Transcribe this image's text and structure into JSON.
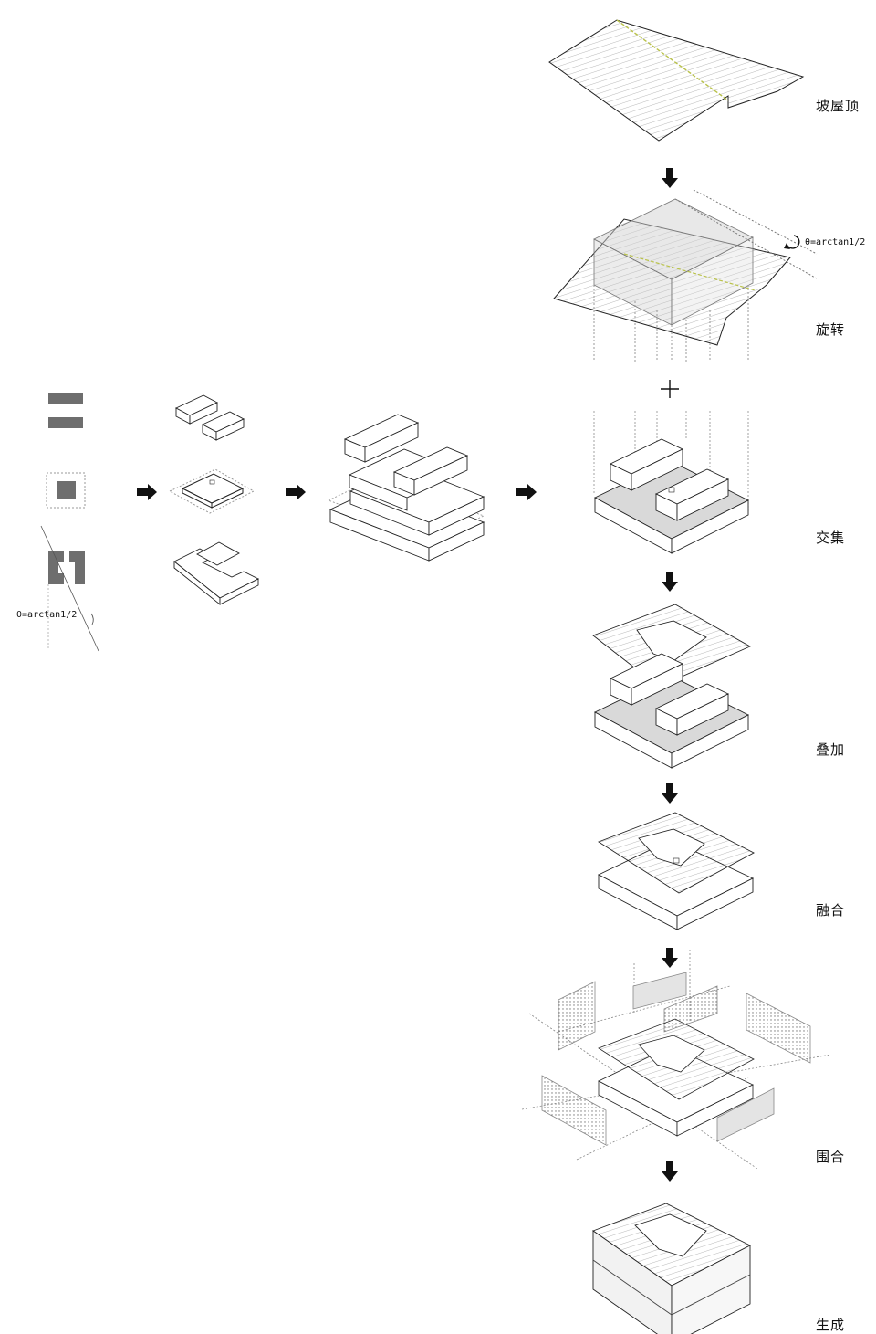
{
  "stages": [
    {
      "id": "slope-roof",
      "label": "坡屋顶"
    },
    {
      "id": "rotate",
      "label": "旋转"
    },
    {
      "id": "intersect",
      "label": "交集"
    },
    {
      "id": "overlay",
      "label": "叠加"
    },
    {
      "id": "fuse",
      "label": "融合"
    },
    {
      "id": "enclose",
      "label": "围合"
    },
    {
      "id": "generate",
      "label": "生成"
    }
  ],
  "rotation_formula": "=arctan1/2",
  "rotation_symbol": "θ",
  "left_formula": "=arctan1/2",
  "left_symbol": "θ",
  "plus_sign": "+",
  "colors": {
    "ink": "#111111",
    "fill_gray": "#707070",
    "light_gray": "#d9d9d9",
    "accent_line": "#b9c24a"
  }
}
